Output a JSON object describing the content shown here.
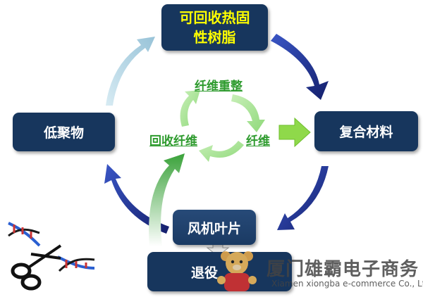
{
  "nodes": {
    "thermoset": {
      "line1": "可回收热固",
      "line2": "性树脂"
    },
    "composite": {
      "label": "复合材料"
    },
    "blade": {
      "label": "风机叶片"
    },
    "retire": {
      "label": "退役"
    },
    "oligomer": {
      "label": "低聚物"
    }
  },
  "inner_cycle": {
    "reorganize": "纤维重整",
    "fiber": "纤维",
    "recycled_fiber": "回收纤维"
  },
  "watermark": {
    "company_cn": "厦门雄霸电子商务",
    "company_en": "Xiamen xiongba e-commerce Co., Ltd"
  },
  "colors": {
    "node_fill": "#17365d",
    "thermoset_text": "#ffff00",
    "outer_arrow": "#1f2e8a",
    "faded_arrow": "#a9cfe0",
    "inner_green": "#2e9b2e"
  }
}
